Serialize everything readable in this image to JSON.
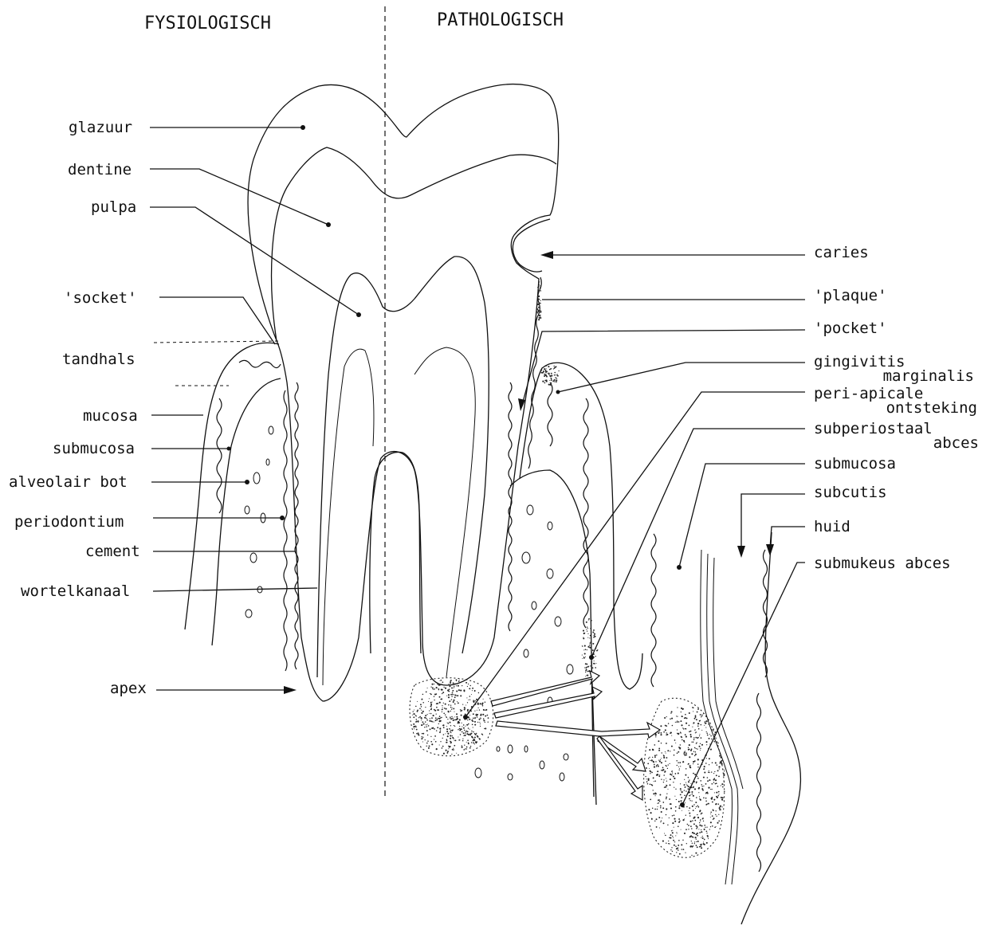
{
  "headings": {
    "left": "FYSIOLOGISCH",
    "right": "PATHOLOGISCH"
  },
  "labels_left": {
    "glazuur": "glazuur",
    "dentine": "dentine",
    "pulpa": "pulpa",
    "socket": "'socket'",
    "tandhals": "tandhals",
    "mucosa": "mucosa",
    "submucosa": "submucosa",
    "alveolair_bot": "alveolair bot",
    "periodontium": "periodontium",
    "cement": "cement",
    "wortelkanaal": "wortelkanaal",
    "apex": "apex"
  },
  "labels_right": {
    "caries": "caries",
    "plaque": "'plaque'",
    "pocket": "'pocket'",
    "gingivitis_1": "gingivitis",
    "gingivitis_2": "marginalis",
    "periapicale_1": "peri-apicale",
    "periapicale_2": "ontsteking",
    "subperiostaal_1": "subperiostaal",
    "subperiostaal_2": "abces",
    "submucosa": "submucosa",
    "subcutis": "subcutis",
    "huid": "huid",
    "submukeus_abces": "submukeus abces"
  }
}
